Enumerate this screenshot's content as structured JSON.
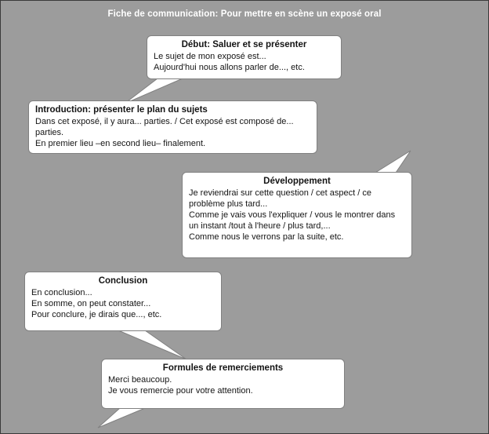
{
  "page": {
    "title": "Fiche de communication: Pour mettre en scène un exposé oral"
  },
  "colors": {
    "background": "#9c9c9c",
    "bubble_fill": "#ffffff",
    "bubble_border": "#808080",
    "title_text": "#ffffff",
    "body_text": "#141414"
  },
  "bubbles": [
    {
      "id": "debut",
      "title": "Début: Saluer et se présenter",
      "lines": [
        "Le sujet de mon exposé est...",
        "Aujourd'hui nous allons parler de..., etc."
      ]
    },
    {
      "id": "introduction",
      "title": "Introduction: présenter le plan du sujets",
      "lines": [
        "Dans cet exposé, il y aura... parties. / Cet exposé est composé de... parties.",
        "En premier lieu –en second lieu– finalement."
      ]
    },
    {
      "id": "developpement",
      "title": "Développement",
      "lines": [
        "Je reviendrai sur cette question / cet aspect / ce problème plus tard...",
        "Comme je vais vous l'expliquer / vous le montrer dans un instant /tout à l'heure / plus tard,...",
        "Comme nous le verrons par la suite, etc."
      ]
    },
    {
      "id": "conclusion",
      "title": "Conclusion",
      "lines": [
        "En conclusion...",
        "En somme, on peut constater...",
        "Pour conclure, je dirais que..., etc."
      ]
    },
    {
      "id": "remerciements",
      "title": "Formules de remerciements",
      "lines": [
        "Merci beaucoup.",
        "Je vous remercie pour votre attention."
      ]
    }
  ]
}
